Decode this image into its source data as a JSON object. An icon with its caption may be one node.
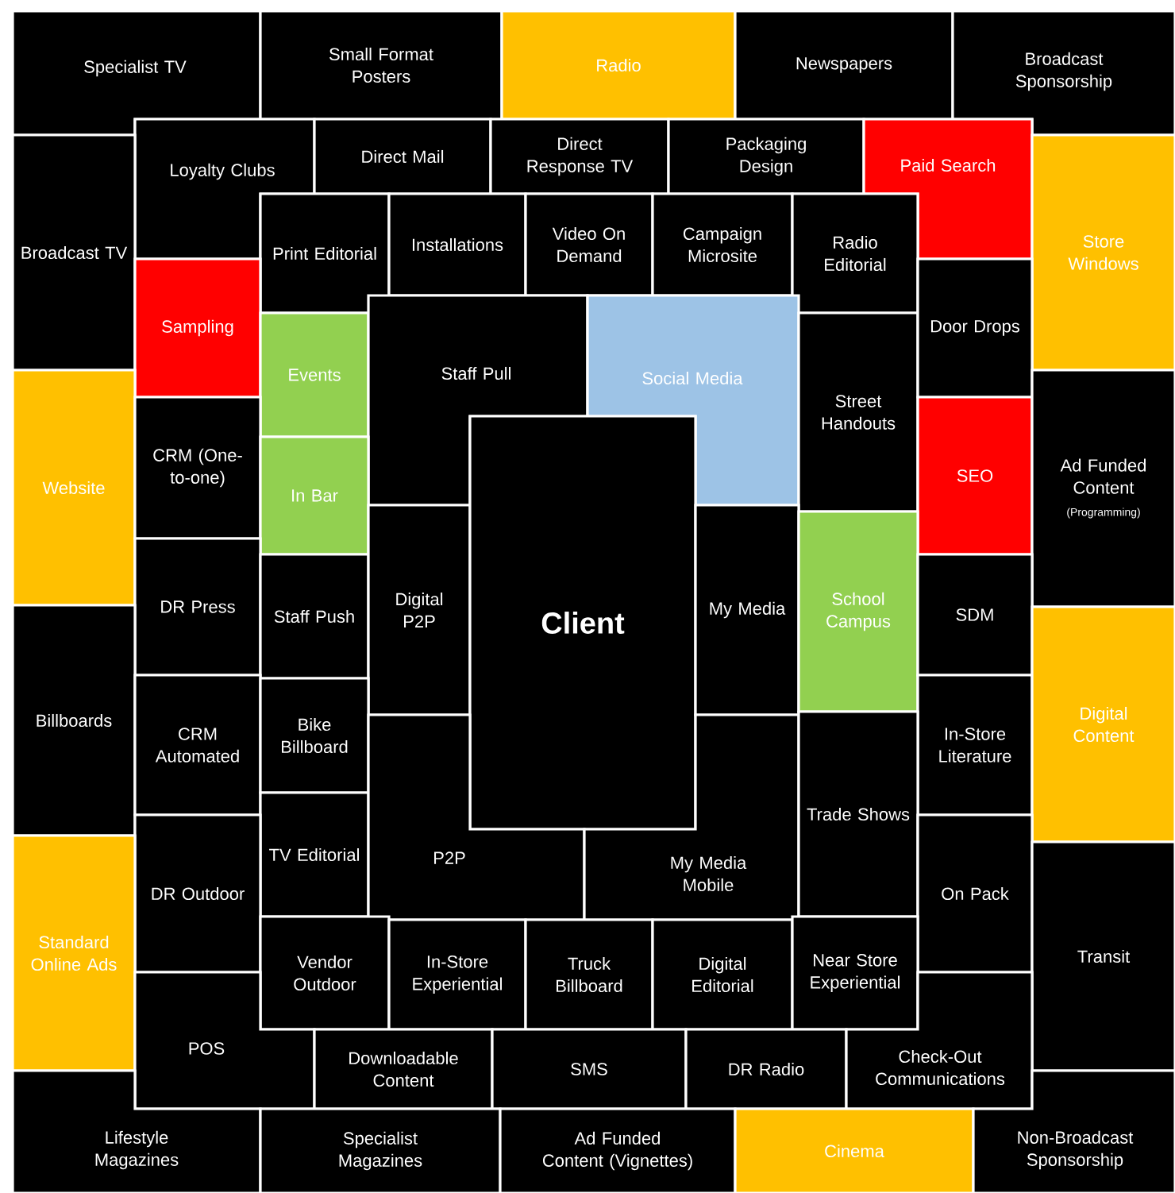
{
  "diagram": {
    "nodes": [
      {
        "text": [
          "Specialist TV"
        ]
      },
      {
        "text": [
          "Small Format Posters"
        ]
      },
      {
        "text": [
          "Radio"
        ]
      },
      {
        "text": [
          "Newspapers"
        ]
      },
      {
        "text": [
          "Broadcast Sponsorship"
        ]
      },
      {
        "text": [
          "Loyalty Clubs"
        ]
      },
      {
        "text": [
          "Direct Mail"
        ]
      },
      {
        "text": [
          "Direct Response TV"
        ]
      },
      {
        "text": [
          "Packaging Design"
        ]
      },
      {
        "text": [
          "Paid Search"
        ]
      },
      {
        "text": [
          "Broadcast TV"
        ]
      },
      {
        "text": [
          "Print Editorial"
        ]
      },
      {
        "text": [
          "Installations"
        ]
      },
      {
        "text": [
          "Video On Demand"
        ]
      },
      {
        "text": [
          "Campaign Microsite"
        ]
      },
      {
        "text": [
          "Radio Editorial"
        ]
      },
      {
        "text": [
          "Store Windows"
        ]
      },
      {
        "text": [
          "Sampling"
        ]
      },
      {
        "text": [
          "Events"
        ]
      },
      {
        "text": [
          "Staff Pull"
        ]
      },
      {
        "text": [
          "Social Media"
        ]
      },
      {
        "text": [
          "Street Handouts"
        ]
      },
      {
        "text": [
          "Door Drops"
        ]
      },
      {
        "text": [
          "Website"
        ]
      },
      {
        "text": [
          "CRM (One-to-one)"
        ]
      },
      {
        "text": [
          "In Bar"
        ]
      },
      {
        "text": [
          "SEO"
        ]
      },
      {
        "text": [
          "Ad Funded Content",
          "(Programming)"
        ]
      },
      {
        "text": [
          "DR Press"
        ]
      },
      {
        "text": [
          "Staff Push"
        ]
      },
      {
        "text": [
          "Digital P2P"
        ]
      },
      {
        "text": [
          "Client"
        ]
      },
      {
        "text": [
          "My Media"
        ]
      },
      {
        "text": [
          "School Campus"
        ]
      },
      {
        "text": [
          "SDM"
        ]
      },
      {
        "text": [
          "Billboards"
        ]
      },
      {
        "text": [
          "CRM Automated"
        ]
      },
      {
        "text": [
          "Bike Billboard"
        ]
      },
      {
        "text": [
          "In-Store Literature"
        ]
      },
      {
        "text": [
          "Digital Content"
        ]
      },
      {
        "text": [
          "TV Editorial"
        ]
      },
      {
        "text": [
          "P2P"
        ]
      },
      {
        "text": [
          "My Media Mobile"
        ]
      },
      {
        "text": [
          "Trade Shows"
        ]
      },
      {
        "text": [
          "DR Outdoor"
        ]
      },
      {
        "text": [
          "Standard Online Ads"
        ]
      },
      {
        "text": [
          "On Pack"
        ]
      },
      {
        "text": [
          "Vendor Outdoor"
        ]
      },
      {
        "text": [
          "In-Store Experiential"
        ]
      },
      {
        "text": [
          "Truck Billboard"
        ]
      },
      {
        "text": [
          "Digital Editorial"
        ]
      },
      {
        "text": [
          "Near Store Experiential"
        ]
      },
      {
        "text": [
          "Transit"
        ]
      },
      {
        "text": [
          "POS"
        ]
      },
      {
        "text": [
          "Downloadable Content"
        ]
      },
      {
        "text": [
          "SMS"
        ]
      },
      {
        "text": [
          "DR Radio"
        ]
      },
      {
        "text": [
          "Check-Out Communications"
        ]
      },
      {
        "text": [
          "Lifestyle Magazines"
        ]
      },
      {
        "text": [
          "Specialist Magazines"
        ]
      },
      {
        "text": [
          "Ad Funded Content (Vignettes)"
        ]
      },
      {
        "text": [
          "Cinema"
        ]
      },
      {
        "text": [
          "Non-Broadcast Sponsorship"
        ]
      }
    ]
  }
}
